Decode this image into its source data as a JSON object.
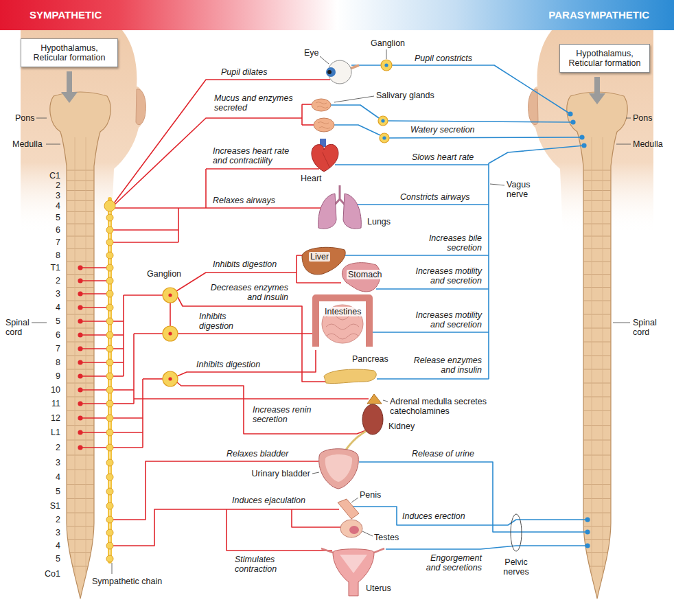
{
  "diagram": {
    "nodes": [
      {
        "text": [
          "SYMPATHETIC"
        ]
      },
      {
        "text": [
          "PARASYMPATHETIC"
        ]
      },
      {
        "text": [
          "Hypothalamus, Reticular formation"
        ]
      },
      {
        "text": [
          "Hypothalamus, Reticular formation"
        ]
      }
    ],
    "labels": [
      "Pons",
      "Medulla",
      "C1",
      "2",
      "3",
      "4",
      "5",
      "6",
      "7",
      "8",
      "T1",
      "2",
      "3",
      "4",
      "5",
      "6",
      "7",
      "8",
      "9",
      "10",
      "11",
      "12",
      "L1",
      "2",
      "3",
      "4",
      "5",
      "S1",
      "2",
      "3",
      "4",
      "5",
      "Co1",
      "Spinal cord",
      "Sympathetic chain",
      "Eye",
      "Ganglion",
      "Pupil dilates",
      "Pupil constricts",
      "Mucus and enzymes secreted",
      "Salivary glands",
      "Watery secretion",
      "Increases heart rate and contractility",
      "Heart",
      "Slows heart rate",
      "Vagus nerve",
      "Relaxes airways",
      "Constricts airways",
      "Lungs",
      "Ganglion",
      "Inhibits digestion",
      "Liver",
      "Stomach",
      "Increases bile secretion",
      "Increases motility and secretion",
      "Decreases enzymes and insulin",
      "Intestines",
      "Inhibits digestion",
      "Increases motility and secretion",
      "Inhibits digestion",
      "Pancreas",
      "Release enzymes and insulin",
      "Adrenal medulla secretes catecholamines",
      "Increases renin secretion",
      "Kidney",
      "Relaxes bladder",
      "Release of urine",
      "Urinary bladder",
      "Induces ejaculation",
      "Penis",
      "Induces erection",
      "Testes",
      "Stimulates contraction",
      "Engorgement and secretions",
      "Uterus",
      "Pelvic nerves",
      "Pons",
      "Medulla",
      "Spinal cord"
    ]
  }
}
